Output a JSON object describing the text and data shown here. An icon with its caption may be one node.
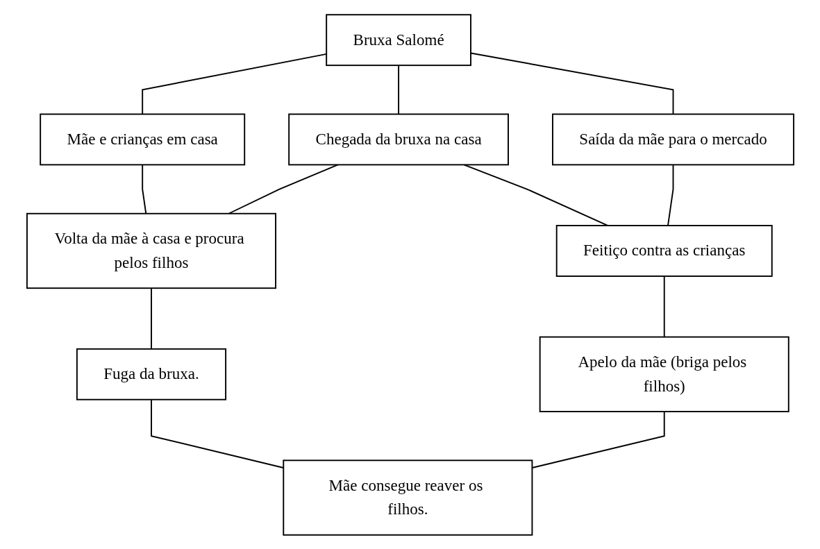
{
  "diagram": {
    "nodes": [
      {
        "text": [
          "Bruxa Salomé"
        ]
      },
      {
        "text": [
          "Mãe e crianças em casa"
        ]
      },
      {
        "text": [
          "Chegada da bruxa na casa"
        ]
      },
      {
        "text": [
          "Saída da mãe para o mercado"
        ]
      },
      {
        "text": [
          "Volta da mãe à casa e procura pelos filhos"
        ]
      },
      {
        "text": [
          "Feitiço contra as crianças"
        ]
      },
      {
        "text": [
          "Apelo da mãe (briga pelos filhos)"
        ]
      },
      {
        "text": [
          "Fuga da bruxa."
        ]
      },
      {
        "text": [
          "Mãe consegue reaver os filhos."
        ]
      }
    ],
    "edges": [
      {
        "from": 0,
        "to": 1,
        "arrow": "none"
      },
      {
        "from": 0,
        "to": 2,
        "arrow": "none"
      },
      {
        "from": 0,
        "to": 3,
        "arrow": "none"
      },
      {
        "from": 1,
        "to": 4,
        "arrow": "none"
      },
      {
        "from": 2,
        "to": 4,
        "arrow": "none"
      },
      {
        "from": 2,
        "to": 5,
        "arrow": "none"
      },
      {
        "from": 3,
        "to": 5,
        "arrow": "none"
      },
      {
        "from": 5,
        "to": 6,
        "arrow": "none"
      },
      {
        "from": 4,
        "to": 7,
        "arrow": "none"
      },
      {
        "from": 6,
        "to": 8,
        "arrow": "none"
      },
      {
        "from": 7,
        "to": 8,
        "arrow": "none"
      }
    ]
  }
}
